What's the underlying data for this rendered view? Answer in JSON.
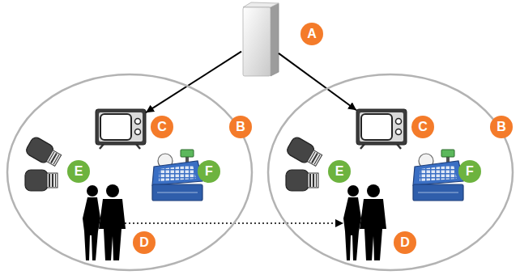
{
  "diagram": {
    "nodes": [
      {
        "text": [
          "A"
        ]
      },
      {
        "text": [
          "B"
        ]
      },
      {
        "text": [
          "C"
        ],
        "in": 1
      },
      {
        "text": [
          "E"
        ],
        "in": 1
      },
      {
        "text": [
          "F"
        ],
        "in": 1
      },
      {
        "text": [
          "D"
        ],
        "in": 1
      },
      {
        "text": [
          "B"
        ]
      },
      {
        "text": [
          "C"
        ],
        "in": 6
      },
      {
        "text": [
          "E"
        ],
        "in": 6
      },
      {
        "text": [
          "F"
        ],
        "in": 6
      },
      {
        "text": [
          "D"
        ],
        "in": 6
      }
    ],
    "edges": [
      {
        "from": 0,
        "to": 2,
        "arrow": "to"
      },
      {
        "from": 0,
        "to": 7,
        "arrow": "to"
      },
      {
        "from": 5,
        "to": 10,
        "arrow": "to"
      }
    ]
  }
}
